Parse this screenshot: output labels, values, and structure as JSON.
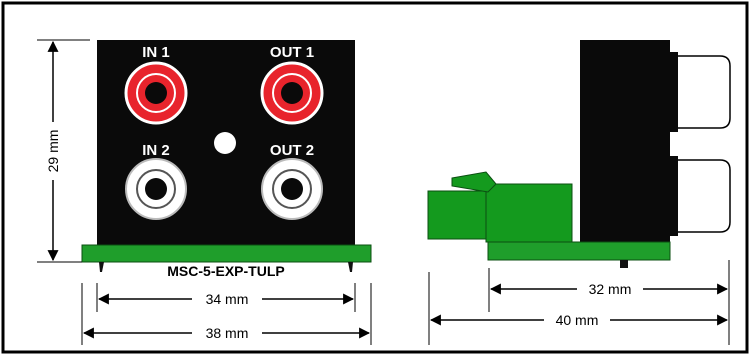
{
  "colors": {
    "pcb_green": "#1f9e2b",
    "terminal_green": "#149a1e",
    "panel_black": "#0a0a0a",
    "jack_red": "#e8242c",
    "jack_white": "#ffffff",
    "border": "#000000"
  },
  "front_view": {
    "jack_labels": {
      "in1": "IN 1",
      "out1": "OUT 1",
      "in2": "IN 2",
      "out2": "OUT 2"
    },
    "model_label": "MSC-5-EXP-TULP",
    "height_dim": "29 mm",
    "width_inner_dim": "34 mm",
    "width_outer_dim": "38 mm"
  },
  "side_view": {
    "length_inner_dim": "32 mm",
    "length_outer_dim": "40 mm"
  }
}
